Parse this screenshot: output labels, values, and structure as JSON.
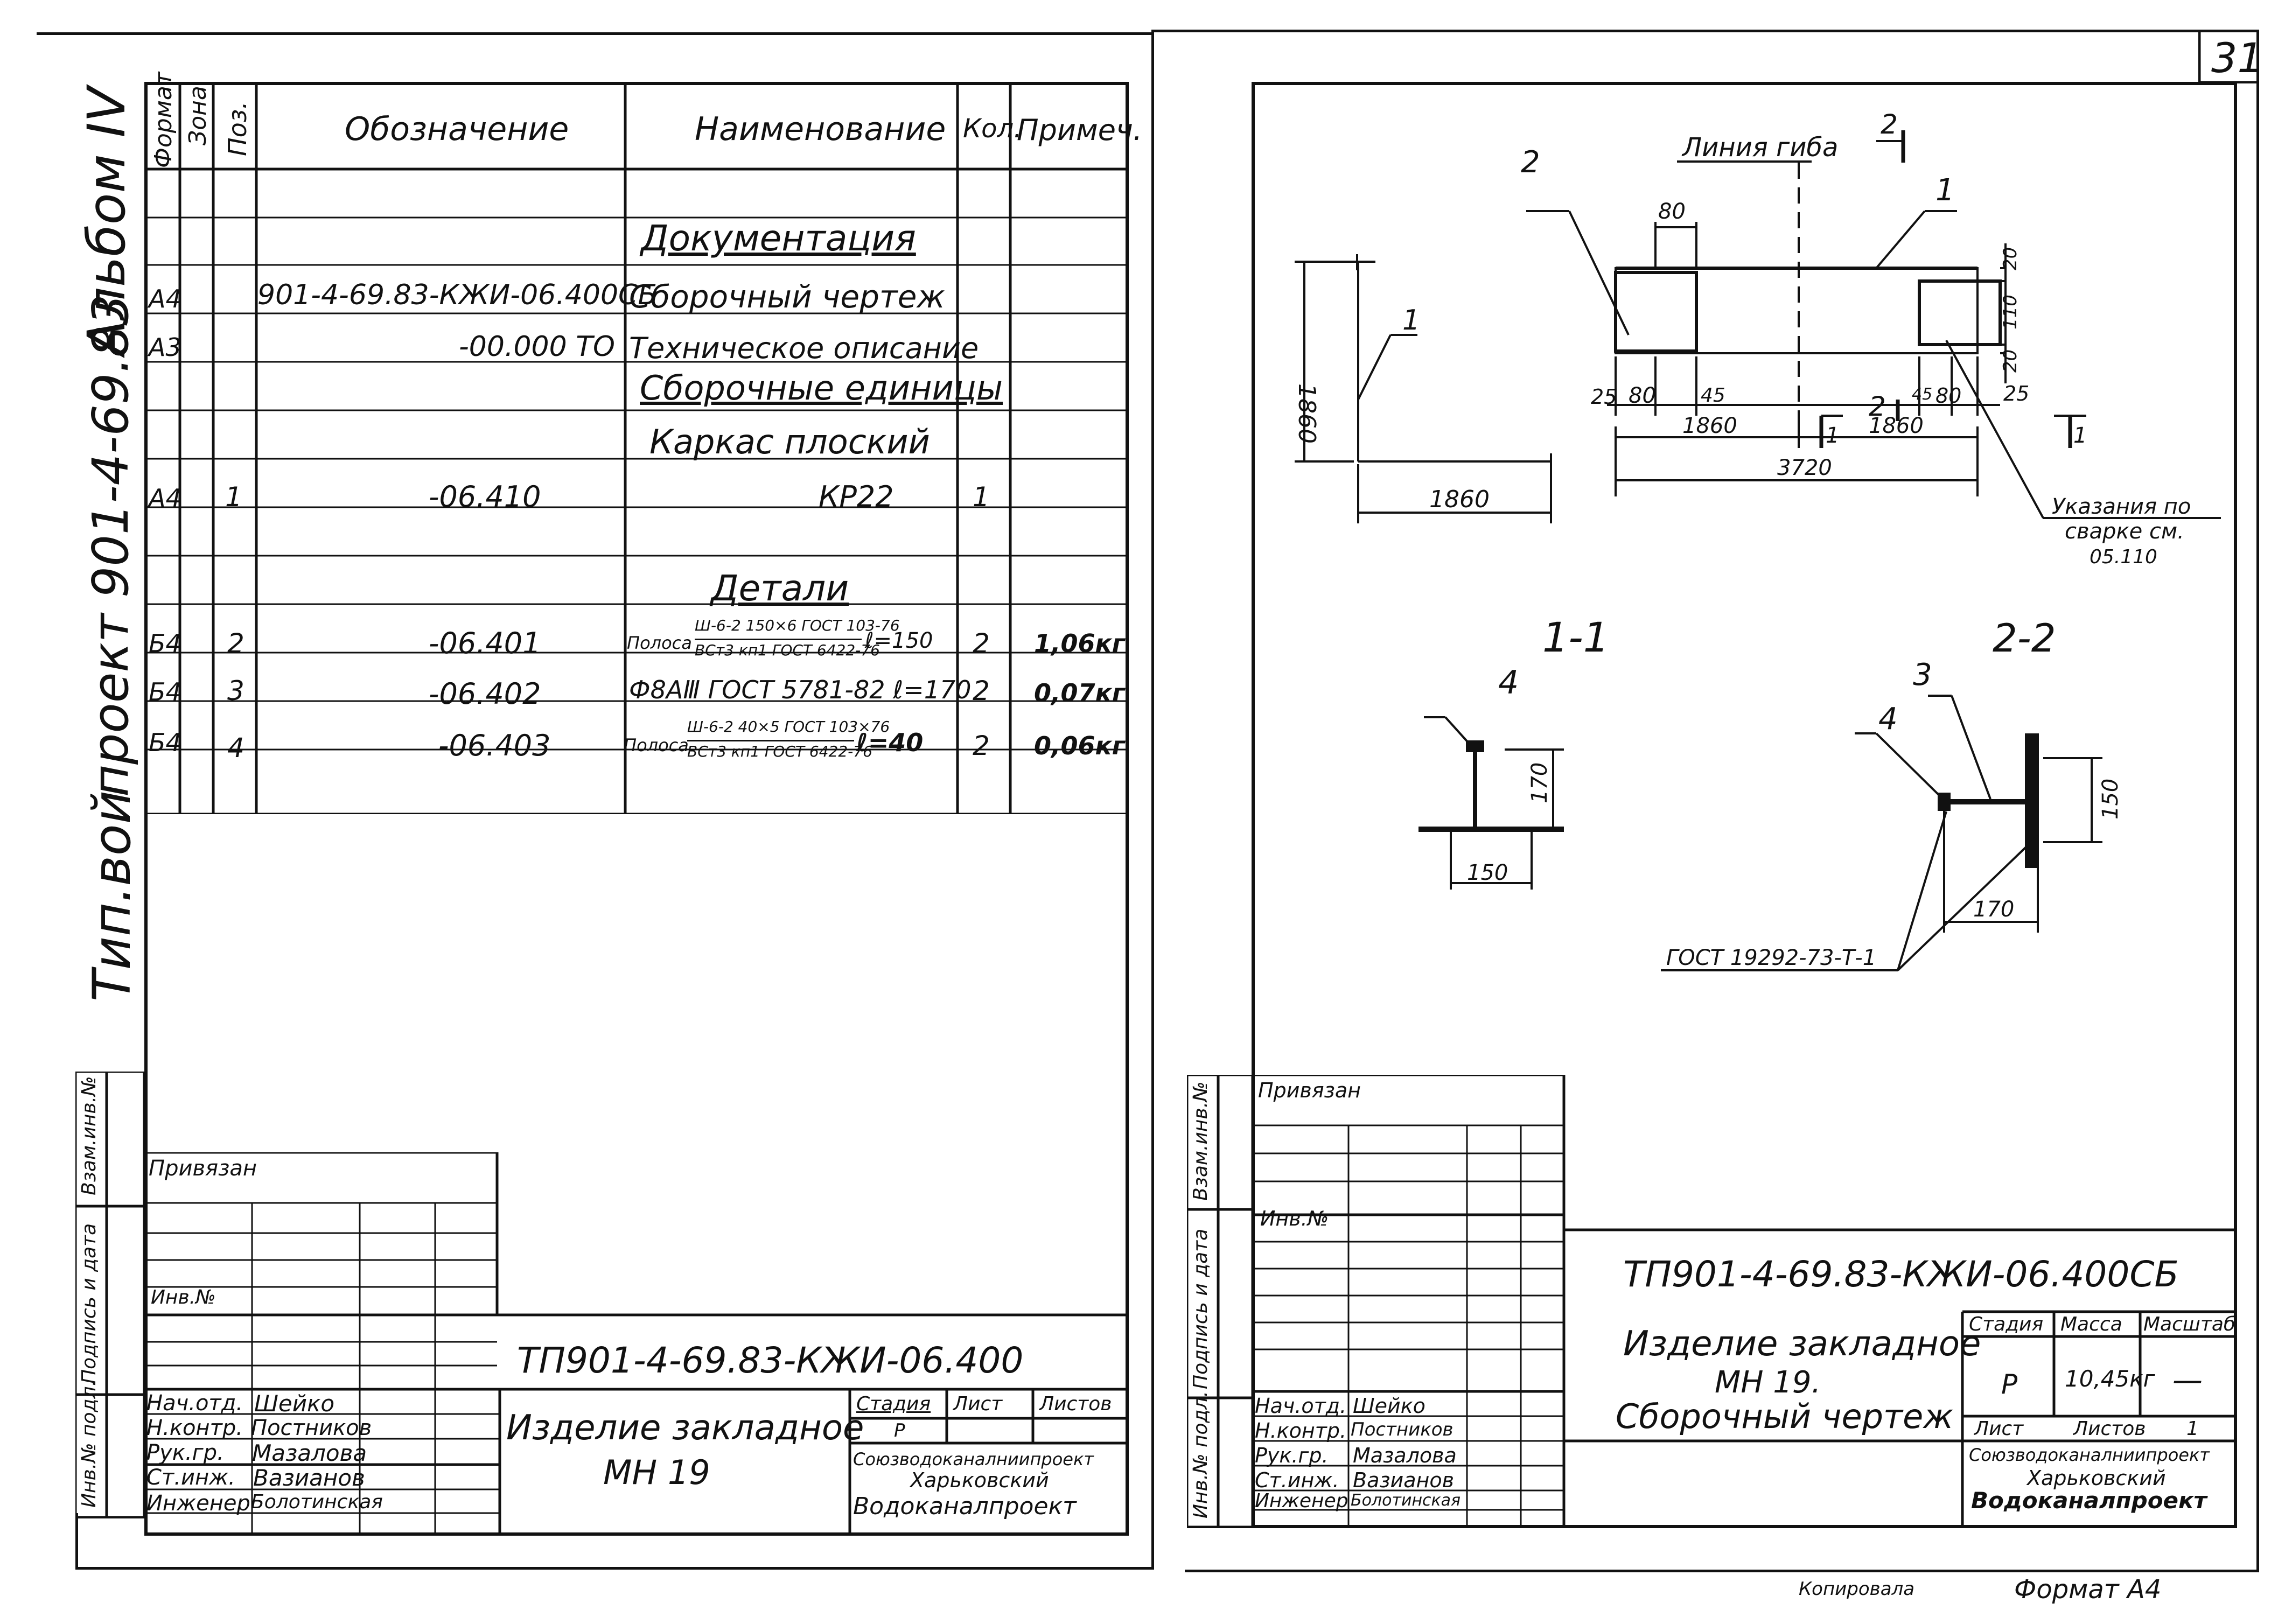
{
  "page_number": "31",
  "margin_left": {
    "album": "Альбом IV",
    "project": "проект 901-4-69.83",
    "typical": "Тип.вой"
  },
  "spec_table": {
    "headers": {
      "format": "Формат",
      "zone": "Зона",
      "pos": "Поз.",
      "designation": "Обозначение",
      "name": "Наименование",
      "qty": "Кол.",
      "note": "Примеч."
    },
    "rows": [
      {
        "format": "",
        "pos": "",
        "designation": "",
        "name": "Документация",
        "qty": "",
        "note": "",
        "style": "section"
      },
      {
        "format": "А4",
        "pos": "",
        "designation": "901-4-69.83-КЖИ-06.400СБ",
        "name": "Сборочный чертеж",
        "qty": "",
        "note": ""
      },
      {
        "format": "А3",
        "pos": "",
        "designation": "-00.000 ТО",
        "name": "Техническое описание",
        "qty": "",
        "note": ""
      },
      {
        "format": "",
        "pos": "",
        "designation": "",
        "name": "Сборочные единицы",
        "qty": "",
        "note": "",
        "style": "section"
      },
      {
        "format": "",
        "pos": "",
        "designation": "",
        "name": "Каркас плоский",
        "qty": "",
        "note": "",
        "style": "center"
      },
      {
        "format": "А4",
        "pos": "1",
        "designation": "-06.410",
        "name": "КР22",
        "qty": "1",
        "note": ""
      },
      {
        "format": "",
        "pos": "",
        "designation": "",
        "name": "",
        "qty": "",
        "note": ""
      },
      {
        "format": "",
        "pos": "",
        "designation": "",
        "name": "Детали",
        "qty": "",
        "note": "",
        "style": "section"
      },
      {
        "format": "Б4",
        "pos": "2",
        "designation": "-06.401",
        "name": "Полоса",
        "name_top": "Ш-6-2 150×6 ГОСТ 103-76",
        "name_bottom": "ВСт3 кп1 ГОСТ 6422-76",
        "name_suffix": "ℓ=150",
        "qty": "2",
        "note": "1,06кг"
      },
      {
        "format": "Б4",
        "pos": "3",
        "designation": "-06.402",
        "name": "Ф8АⅢ ГОСТ 5781-82  ℓ=170",
        "qty": "2",
        "note": "0,07кг"
      },
      {
        "format": "Б4",
        "pos": "4",
        "designation": "-06.403",
        "name": "Полоса",
        "name_top": "Ш-6-2 40×5 ГОСТ 103×76",
        "name_bottom": "ВСт3 кп1 ГОСТ 6422-76",
        "name_suffix": "ℓ=40",
        "qty": "2",
        "note": "0,06кг"
      },
      {
        "format": "",
        "pos": "",
        "designation": "",
        "name": "",
        "qty": "",
        "note": ""
      }
    ]
  },
  "left_side_stamp": {
    "labels": [
      "Инв.№ подл.",
      "Подпись и дата",
      "Взам.инв.№"
    ]
  },
  "left_title_block": {
    "privyazan": "Привязан",
    "inv_no": "Инв.№",
    "code": "ТП901-4-69.83-КЖИ-06.400",
    "roles": [
      "Нач.отд.",
      "Н.контр.",
      "Рук.гр.",
      "Ст.инж.",
      "Инженер"
    ],
    "names": [
      "Шейко",
      "Постников",
      "Мазалова",
      "Вазианов",
      "Болотинская"
    ],
    "title_line1": "Изделие закладное",
    "title_line2": "МН 19",
    "stage_label": "Стадия",
    "sheet_label": "Лист",
    "sheets_label": "Листов",
    "stage_value": "Р",
    "org_line1": "Союзводоканалниипроект",
    "org_line2": "Харьковский",
    "org_line3": "Водоканалпроект"
  },
  "drawing": {
    "labels": {
      "bend_line": "Линия гиба",
      "callout_1": "1",
      "callout_2": "2",
      "callout_3": "3",
      "callout_4": "4",
      "section_1": "1-1",
      "section_2": "2-2",
      "cut_2": "2",
      "cut_1": "1",
      "welding_note_1": "Указания по",
      "welding_note_2": "сварке см.",
      "welding_note_3": "05.110",
      "gost_weld": "ГОСТ 19292-73-Т-1"
    },
    "dims": {
      "d1860_vert": "1860",
      "d1860_horiz": "1860",
      "d80_top": "80",
      "d20_top": "20",
      "d110": "110",
      "d20_bot": "20",
      "d25_left": "25",
      "d80_left": "80",
      "d45_left": "45",
      "d1860_left": "1860",
      "d45_right": "45",
      "d80_right": "80",
      "d25_right": "25",
      "d1860_right": "1860",
      "d3720": "3720",
      "d170_sec1": "170",
      "d150_sec1": "150",
      "d150_sec2": "150",
      "d170_sec2": "170"
    }
  },
  "right_side_stamp": {
    "labels": [
      "Инв.№ подл.",
      "Подпись и дата",
      "Взам.инв.№"
    ]
  },
  "right_title_block": {
    "privyazan": "Привязан",
    "inv_no": "Инв.№",
    "code": "ТП901-4-69.83-КЖИ-06.400СБ",
    "title_line1": "Изделие закладное",
    "title_line2": "МН 19.",
    "title_line3": "Сборочный чертеж",
    "roles": [
      "Нач.отд.",
      "Н.контр.",
      "Рук.гр.",
      "Ст.инж.",
      "Инженер"
    ],
    "names": [
      "Шейко",
      "Постников",
      "Мазалова",
      "Вазианов",
      "Болотинская"
    ],
    "stage_label": "Стадия",
    "mass_label": "Масса",
    "scale_label": "Масштаб",
    "stage_value": "Р",
    "mass_value": "10,45кг",
    "scale_value": "—",
    "sheet_label": "Лист",
    "sheets_label": "Листов",
    "sheets_value": "1",
    "org_line1": "Союзводоканалниипроект",
    "org_line2": "Харьковский",
    "org_line3": "Водоканалпроект"
  },
  "footer": {
    "copied": "Копировала",
    "format": "Формат А4"
  }
}
